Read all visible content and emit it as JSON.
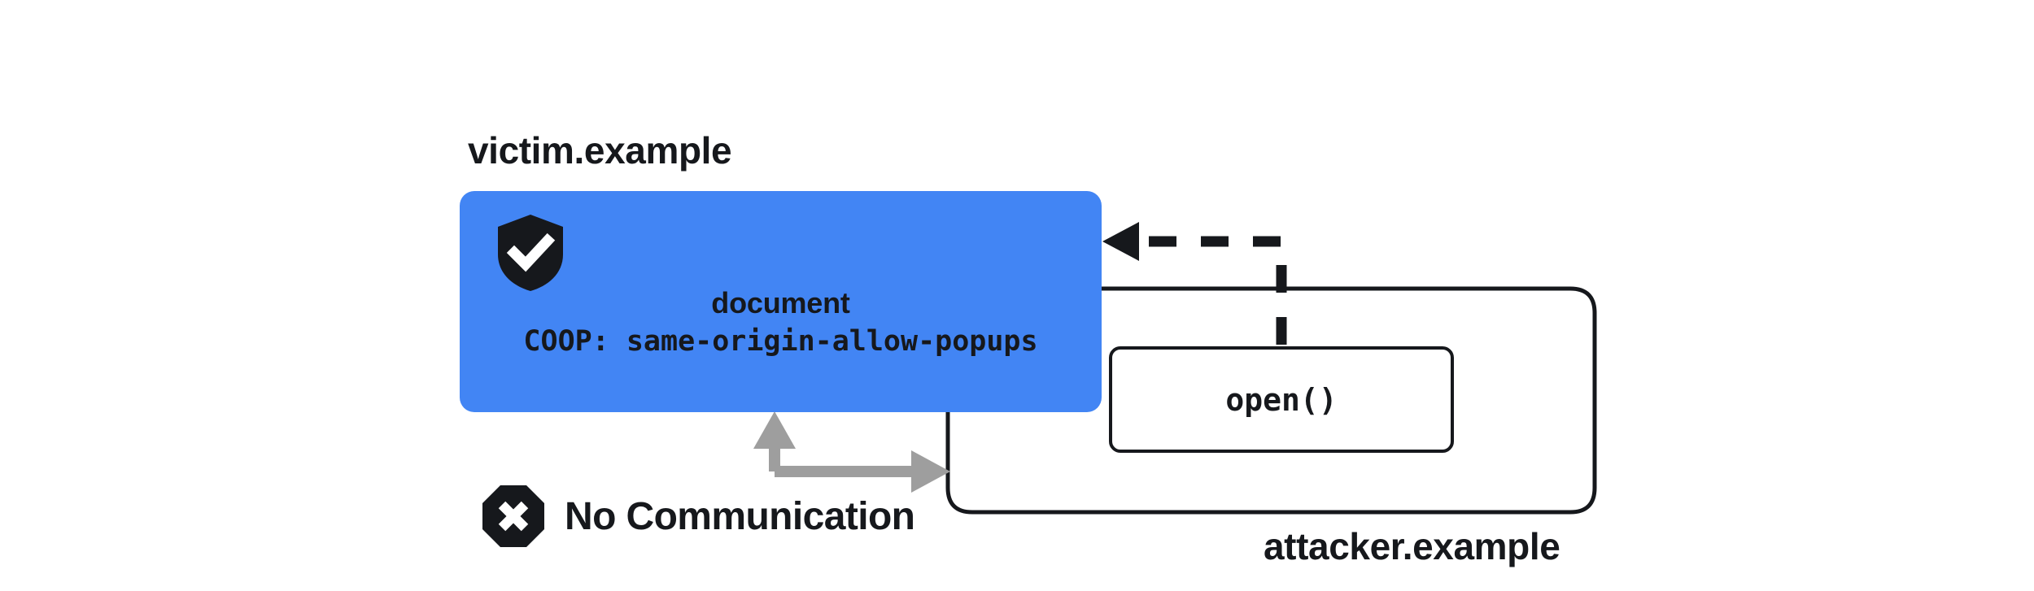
{
  "diagram": {
    "title_victim": "victim.example",
    "title_attacker": "attacker.example",
    "victim_document": {
      "shield_icon": "shield-check-icon",
      "doc_label": "document",
      "coop_header": "COOP: same-origin-allow-popups",
      "fill_color": "#4285f4"
    },
    "attacker_frame": {
      "popup_call_label": "open()",
      "stroke_color": "#16181c"
    },
    "annotation": {
      "icon": "octagon-x-icon",
      "label": "No Communication",
      "arrow_color": "#9e9e9e"
    },
    "connectors": {
      "dashed_reference_color": "#16181c",
      "blocked_arrow_color": "#9e9e9e"
    },
    "colors": {
      "background": "#ffffff",
      "ink": "#16181c",
      "accent_blue": "#4285f4",
      "gray_arrow": "#9e9e9e"
    }
  }
}
